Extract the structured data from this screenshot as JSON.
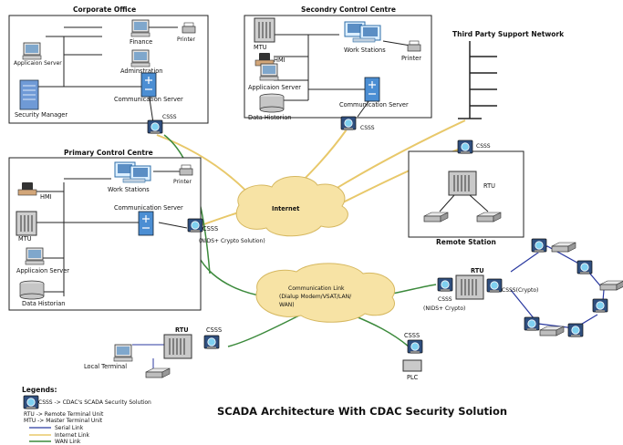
{
  "title": "SCADA Architecture With CDAC Security Solution",
  "regions": {
    "corporate": "Corporate Office",
    "secondary": "Secondry Control Centre",
    "third_party": "Third Party Support Network",
    "primary": "Primary Control Centre",
    "remote": "Remote Station"
  },
  "nodes": {
    "c_app_server": "Applicaion Server",
    "c_finance": "Finance",
    "c_admin": "Adminstration",
    "c_printer": "Printer",
    "c_security_mgr": "Security Manager",
    "c_comm_server": "Communication Server",
    "c_csss": "CSSS",
    "s_mtu": "MTU",
    "s_hmi": "HMI",
    "s_app_server": "Applicaion Server",
    "s_historian": "Data Historian",
    "s_workstations": "Work Stations",
    "s_printer": "Printer",
    "s_comm_server": "Communication Server",
    "s_csss": "CSSS",
    "p_hmi": "HMI",
    "p_workstations": "Work Stations",
    "p_printer": "Printer",
    "p_mtu": "MTU",
    "p_comm_server": "Communication Server",
    "p_app_server": "Applicaion Server",
    "p_historian": "Data Historian",
    "p_csss": "CSSS",
    "p_csss_note": "(NIDS+ Crypto Solution)",
    "r_csss": "CSSS",
    "r_rtu": "RTU",
    "internet": "Internet",
    "comm_link": [
      "Communication Link",
      "(Dialup Modem/VSAT/LAN/",
      "WAN)"
    ],
    "rtu1": "RTU",
    "rtu1_csss": "CSSS",
    "rtu1_csss_note": "(NIDS+ Crypto)",
    "rtu1_crypto": "CSSS(Crypto)",
    "rtu2": "RTU",
    "rtu2_csss": "CSSS",
    "local_terminal": "Local Terminal",
    "plc_csss": "CSSS",
    "plc": "PLC"
  },
  "legend": {
    "heading": "Legends:",
    "csss": "CSSS -> CDAC's SCADA Security Solution",
    "rtu": "RTU   -> Remote Terminal Unit",
    "mtu": "MTU   -> Master Terminal Unit",
    "serial": "Serial Link",
    "internet": "Internet Link",
    "wan": "WAN Link"
  },
  "colors": {
    "serial": "#2b3aa0",
    "internet": "#e8c86a",
    "wan": "#3c8a3c",
    "cloud": "#f7e3a5"
  }
}
